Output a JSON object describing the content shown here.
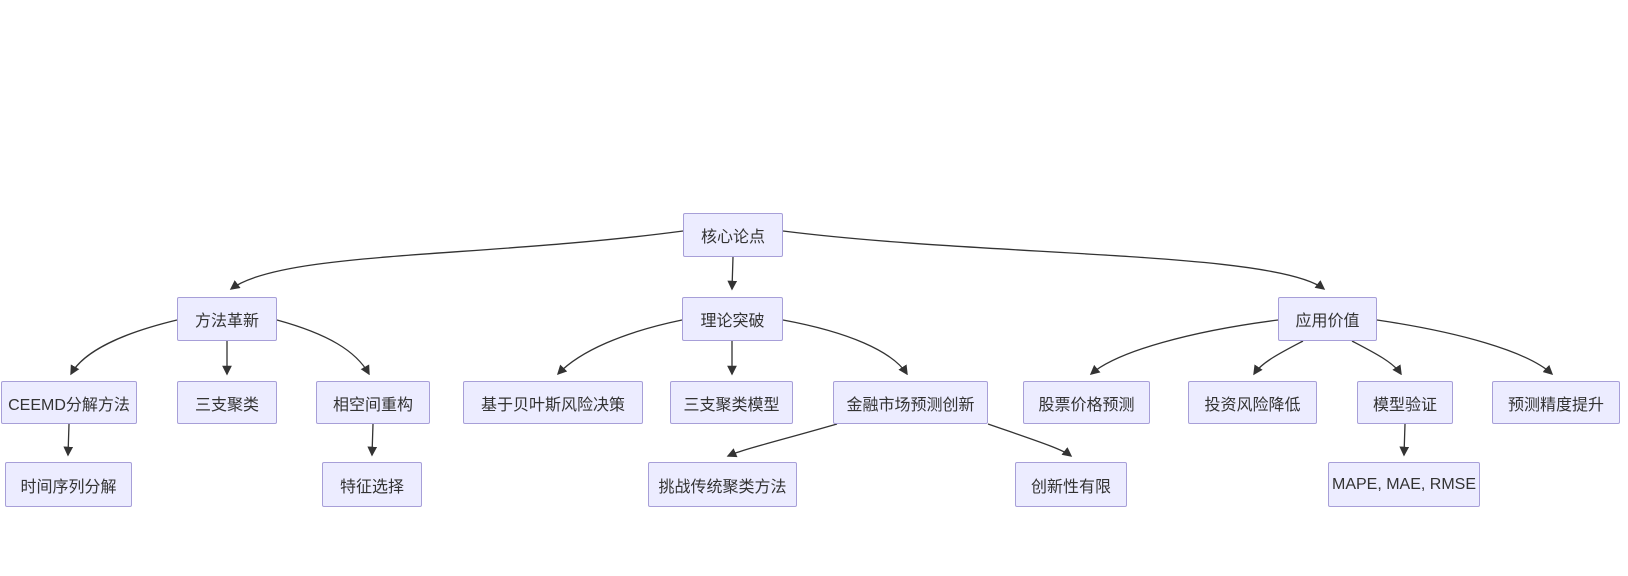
{
  "diagram": {
    "type": "flowchart",
    "direction": "top-down",
    "background_color": "#ffffff",
    "node_fill_color": "#ECECFF",
    "node_border_color": "#a79fd8",
    "edge_color": "#333333",
    "text_color": "#333333"
  },
  "nodes": [
    {
      "id": "core-thesis",
      "label": "核心论点",
      "level": 0
    },
    {
      "id": "method-innovation",
      "label": "方法革新",
      "level": 1
    },
    {
      "id": "theory-breakthrough",
      "label": "理论突破",
      "level": 1
    },
    {
      "id": "application-value",
      "label": "应用价值",
      "level": 1
    },
    {
      "id": "ceemd-decomposition",
      "label": "CEEMD分解方法",
      "level": 2
    },
    {
      "id": "three-way-clustering",
      "label": "三支聚类",
      "level": 2
    },
    {
      "id": "phase-space-reconstruction",
      "label": "相空间重构",
      "level": 2
    },
    {
      "id": "bayesian-risk-decision",
      "label": "基于贝叶斯风险决策",
      "level": 2
    },
    {
      "id": "three-way-clustering-model",
      "label": "三支聚类模型",
      "level": 2
    },
    {
      "id": "financial-market-prediction-innovation",
      "label": "金融市场预测创新",
      "level": 2
    },
    {
      "id": "stock-price-prediction",
      "label": "股票价格预测",
      "level": 2
    },
    {
      "id": "investment-risk-reduction",
      "label": "投资风险降低",
      "level": 2
    },
    {
      "id": "model-validation",
      "label": "模型验证",
      "level": 2
    },
    {
      "id": "prediction-accuracy-improvement",
      "label": "预测精度提升",
      "level": 2
    },
    {
      "id": "time-series-decomposition",
      "label": "时间序列分解",
      "level": 3
    },
    {
      "id": "feature-selection",
      "label": "特征选择",
      "level": 3
    },
    {
      "id": "challenge-traditional-clustering",
      "label": "挑战传统聚类方法",
      "level": 3
    },
    {
      "id": "limited-innovation",
      "label": "创新性有限",
      "level": 3
    },
    {
      "id": "mape-mae-rmse",
      "label": "MAPE, MAE, RMSE",
      "level": 3
    }
  ],
  "edges": [
    {
      "from": "核心论点",
      "to": "方法革新"
    },
    {
      "from": "核心论点",
      "to": "理论突破"
    },
    {
      "from": "核心论点",
      "to": "应用价值"
    },
    {
      "from": "方法革新",
      "to": "CEEMD分解方法"
    },
    {
      "from": "方法革新",
      "to": "三支聚类"
    },
    {
      "from": "方法革新",
      "to": "相空间重构"
    },
    {
      "from": "理论突破",
      "to": "基于贝叶斯风险决策"
    },
    {
      "from": "理论突破",
      "to": "三支聚类模型"
    },
    {
      "from": "理论突破",
      "to": "金融市场预测创新"
    },
    {
      "from": "应用价值",
      "to": "股票价格预测"
    },
    {
      "from": "应用价值",
      "to": "投资风险降低"
    },
    {
      "from": "应用价值",
      "to": "模型验证"
    },
    {
      "from": "应用价值",
      "to": "预测精度提升"
    },
    {
      "from": "CEEMD分解方法",
      "to": "时间序列分解"
    },
    {
      "from": "相空间重构",
      "to": "特征选择"
    },
    {
      "from": "金融市场预测创新",
      "to": "挑战传统聚类方法"
    },
    {
      "from": "金融市场预测创新",
      "to": "创新性有限"
    },
    {
      "from": "模型验证",
      "to": "MAPE, MAE, RMSE"
    }
  ]
}
